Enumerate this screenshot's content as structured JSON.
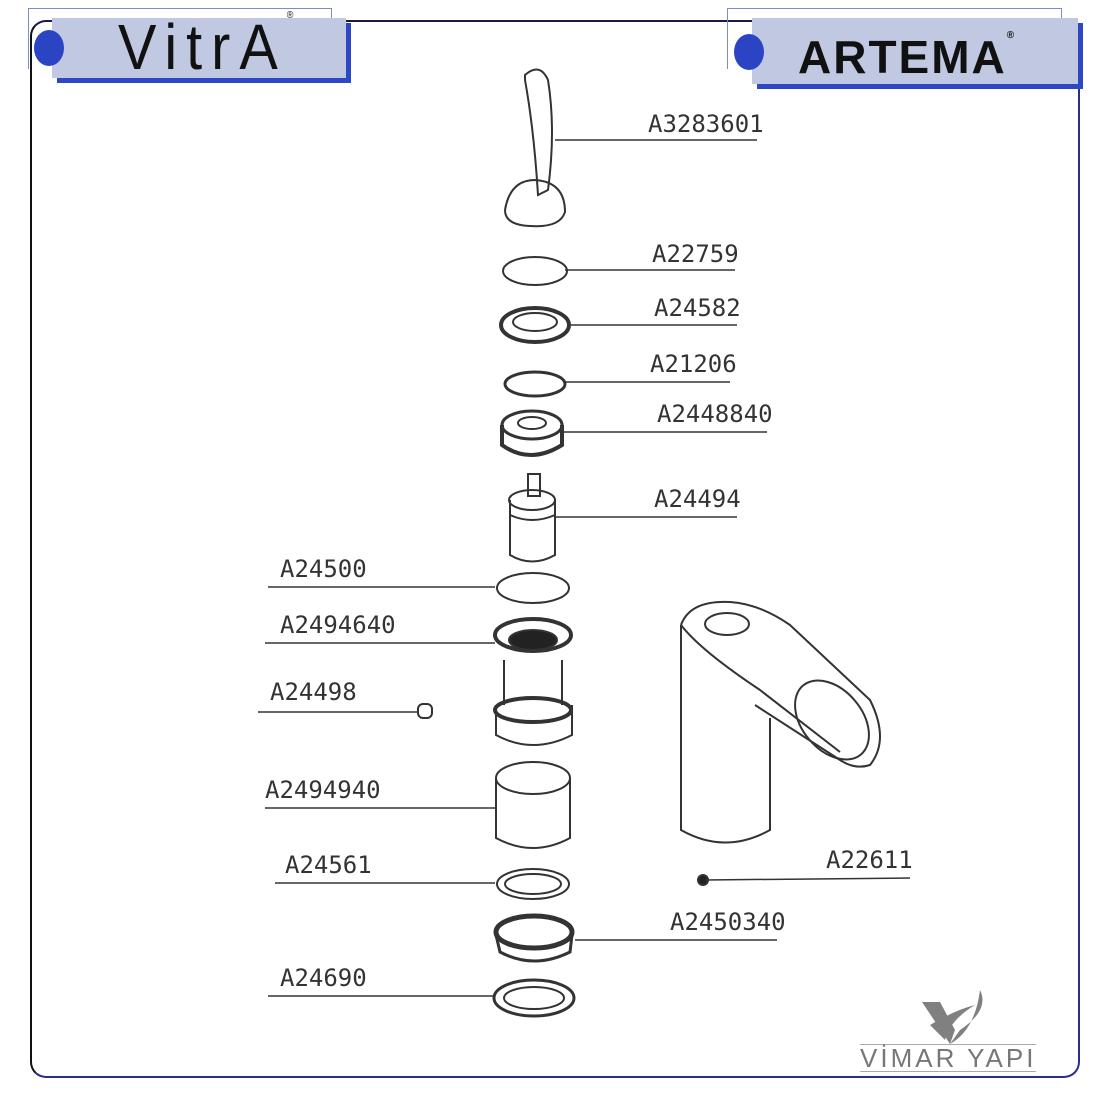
{
  "brands": {
    "left": "VitrA",
    "right": "ARTEMA",
    "registered": "®",
    "footer": "VİMAR YAPI"
  },
  "colors": {
    "frame": "#2a2f8f",
    "logo_bg": "#c0c8e2",
    "accent": "#2a44c4",
    "line": "#333333"
  },
  "parts": {
    "handle": "A3283601",
    "oring_top": "A22759",
    "ring": "A24582",
    "oring_small": "A21206",
    "nut": "A2448840",
    "cartridge": "A24494",
    "oring_mid": "A24500",
    "adapter": "A2494640",
    "screw": "A24498",
    "sleeve": "A2494940",
    "oring_low": "A24561",
    "base_nut": "A2450340",
    "gasket": "A24690",
    "aerator_pin": "A22611"
  }
}
